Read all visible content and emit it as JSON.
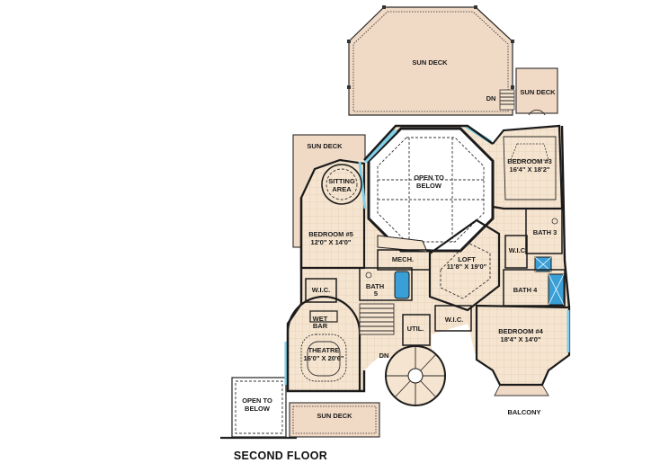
{
  "title": "SECOND FLOOR",
  "rooms": {
    "sun_deck_top": "SUN DECK",
    "sun_deck_right": "SUN DECK",
    "sun_deck_left": "SUN DECK",
    "sun_deck_bottom": "SUN DECK",
    "dn_top": "DN",
    "dn_stair": "DN",
    "bedroom3_name": "BEDROOM #3",
    "bedroom3_size": "16'4\" X 18'2\"",
    "open_below_center_1": "OPEN TO",
    "open_below_center_2": "BELOW",
    "sitting_1": "SITTING",
    "sitting_2": "AREA",
    "bedroom5_name": "BEDROOM #5",
    "bedroom5_size": "12'0\" X 14'0\"",
    "bath3": "BATH 3",
    "wic_bed3": "W.I.C.",
    "mech": "MECH.",
    "loft_name": "LOFT",
    "loft_size": "11'8\" X 19'0\"",
    "bath5_1": "BATH",
    "bath5_2": "5",
    "wic_bed5": "W.I.C.",
    "bath4": "BATH 4",
    "wet_bar_1": "WET",
    "wet_bar_2": "BAR",
    "wic_bed4": "W.I.C.",
    "util": "UTIL.",
    "theatre_name": "THEATRE",
    "theatre_size": "16'0\" X 20'6\"",
    "bedroom4_name": "BEDROOM #4",
    "bedroom4_size": "18'4\" X 14'0\"",
    "open_below_left_1": "OPEN TO",
    "open_below_left_2": "BELOW",
    "balcony": "BALCONY"
  },
  "colors": {
    "floor": "#f5e4cf",
    "deck": "#f0d9c5",
    "window": "#7fd0e8",
    "fixture": "#3a9fd6",
    "wall": "#1b1b1b"
  }
}
